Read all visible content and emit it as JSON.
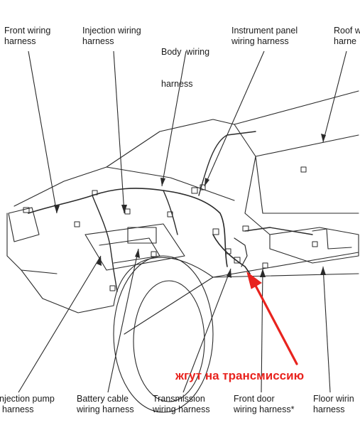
{
  "labels": {
    "front_wiring": [
      "Front wiring",
      "harness"
    ],
    "injection_wiring": [
      "Injection wiring",
      "harness"
    ],
    "body_wiring": [
      "Body  wiring",
      "harness"
    ],
    "instrument_panel": [
      "Instrument panel",
      "wiring harness"
    ],
    "roof": [
      "Roof w",
      "harne"
    ],
    "injection_pump": [
      "njection pump",
      "harness"
    ],
    "battery_cable": [
      "Battery cable",
      "wiring harness"
    ],
    "transmission": [
      "Transmission",
      "wiring harness"
    ],
    "front_door": [
      "Front door",
      "wiring harness*"
    ],
    "floor": [
      "Floor wirin",
      "harness"
    ]
  },
  "annotation": {
    "text": "жгут на трансмиссию",
    "color": "#e8231e"
  },
  "colors": {
    "line": "#2a2a2a",
    "text": "#1a1a1a"
  }
}
